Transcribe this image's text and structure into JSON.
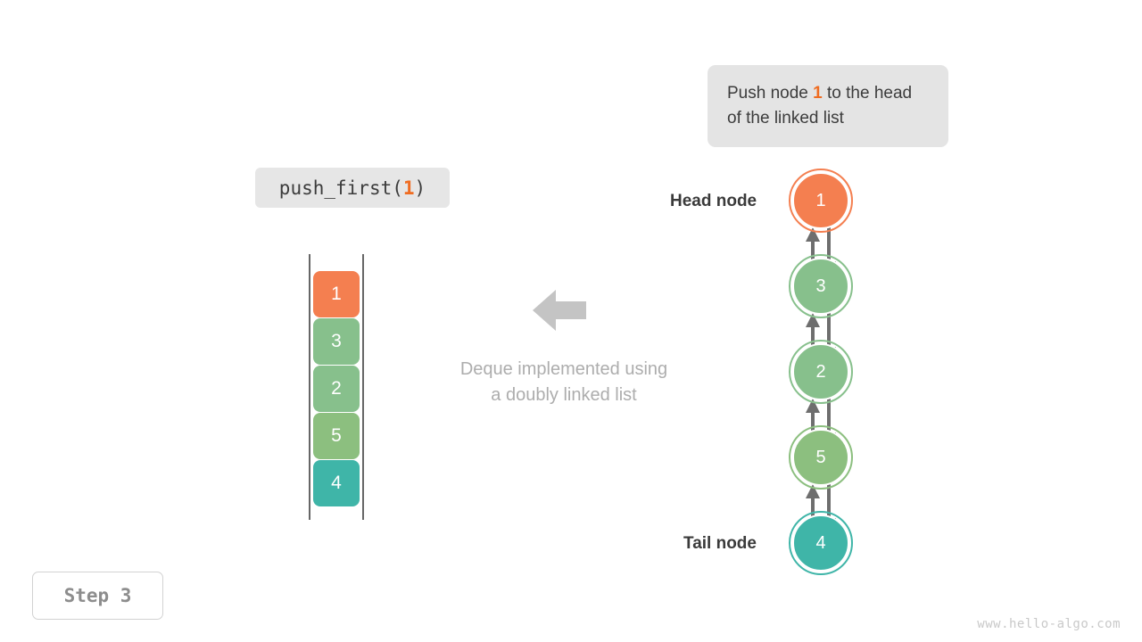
{
  "callout": {
    "text_before": "Push node ",
    "highlight": "1",
    "text_after": " to the head of the linked list"
  },
  "code_pill": {
    "prefix": "push_first(",
    "argument": "1",
    "suffix": ")"
  },
  "deque": {
    "cells": [
      {
        "value": "1",
        "color": "#f47f50"
      },
      {
        "value": "3",
        "color": "#87c08c"
      },
      {
        "value": "2",
        "color": "#87c08c"
      },
      {
        "value": "5",
        "color": "#8cbf7f"
      },
      {
        "value": "4",
        "color": "#3fb5a8"
      }
    ]
  },
  "middle": {
    "arrow_icon": "arrow-left-icon",
    "caption_line1": "Deque implemented using",
    "caption_line2": "a doubly linked list"
  },
  "linked_list": {
    "head_label": "Head node",
    "tail_label": "Tail node",
    "nodes": [
      {
        "value": "1",
        "color": "#f47f50"
      },
      {
        "value": "3",
        "color": "#87c08c"
      },
      {
        "value": "2",
        "color": "#87c08c"
      },
      {
        "value": "5",
        "color": "#8cbf7f"
      },
      {
        "value": "4",
        "color": "#3fb5a8"
      }
    ],
    "link_arrow_color": "#6e6e6e"
  },
  "step_badge": {
    "label": "Step 3"
  },
  "watermark": {
    "text": "www.hello-algo.com"
  },
  "colors": {
    "orange": "#f47f50",
    "green": "#87c08c",
    "teal": "#3fb5a8",
    "accent_text": "#ef6c21",
    "callout_bg": "#e4e4e4",
    "pill_bg": "#e6e6e6",
    "caption_gray": "#adadad",
    "arrow_gray": "#c4c4c4"
  }
}
